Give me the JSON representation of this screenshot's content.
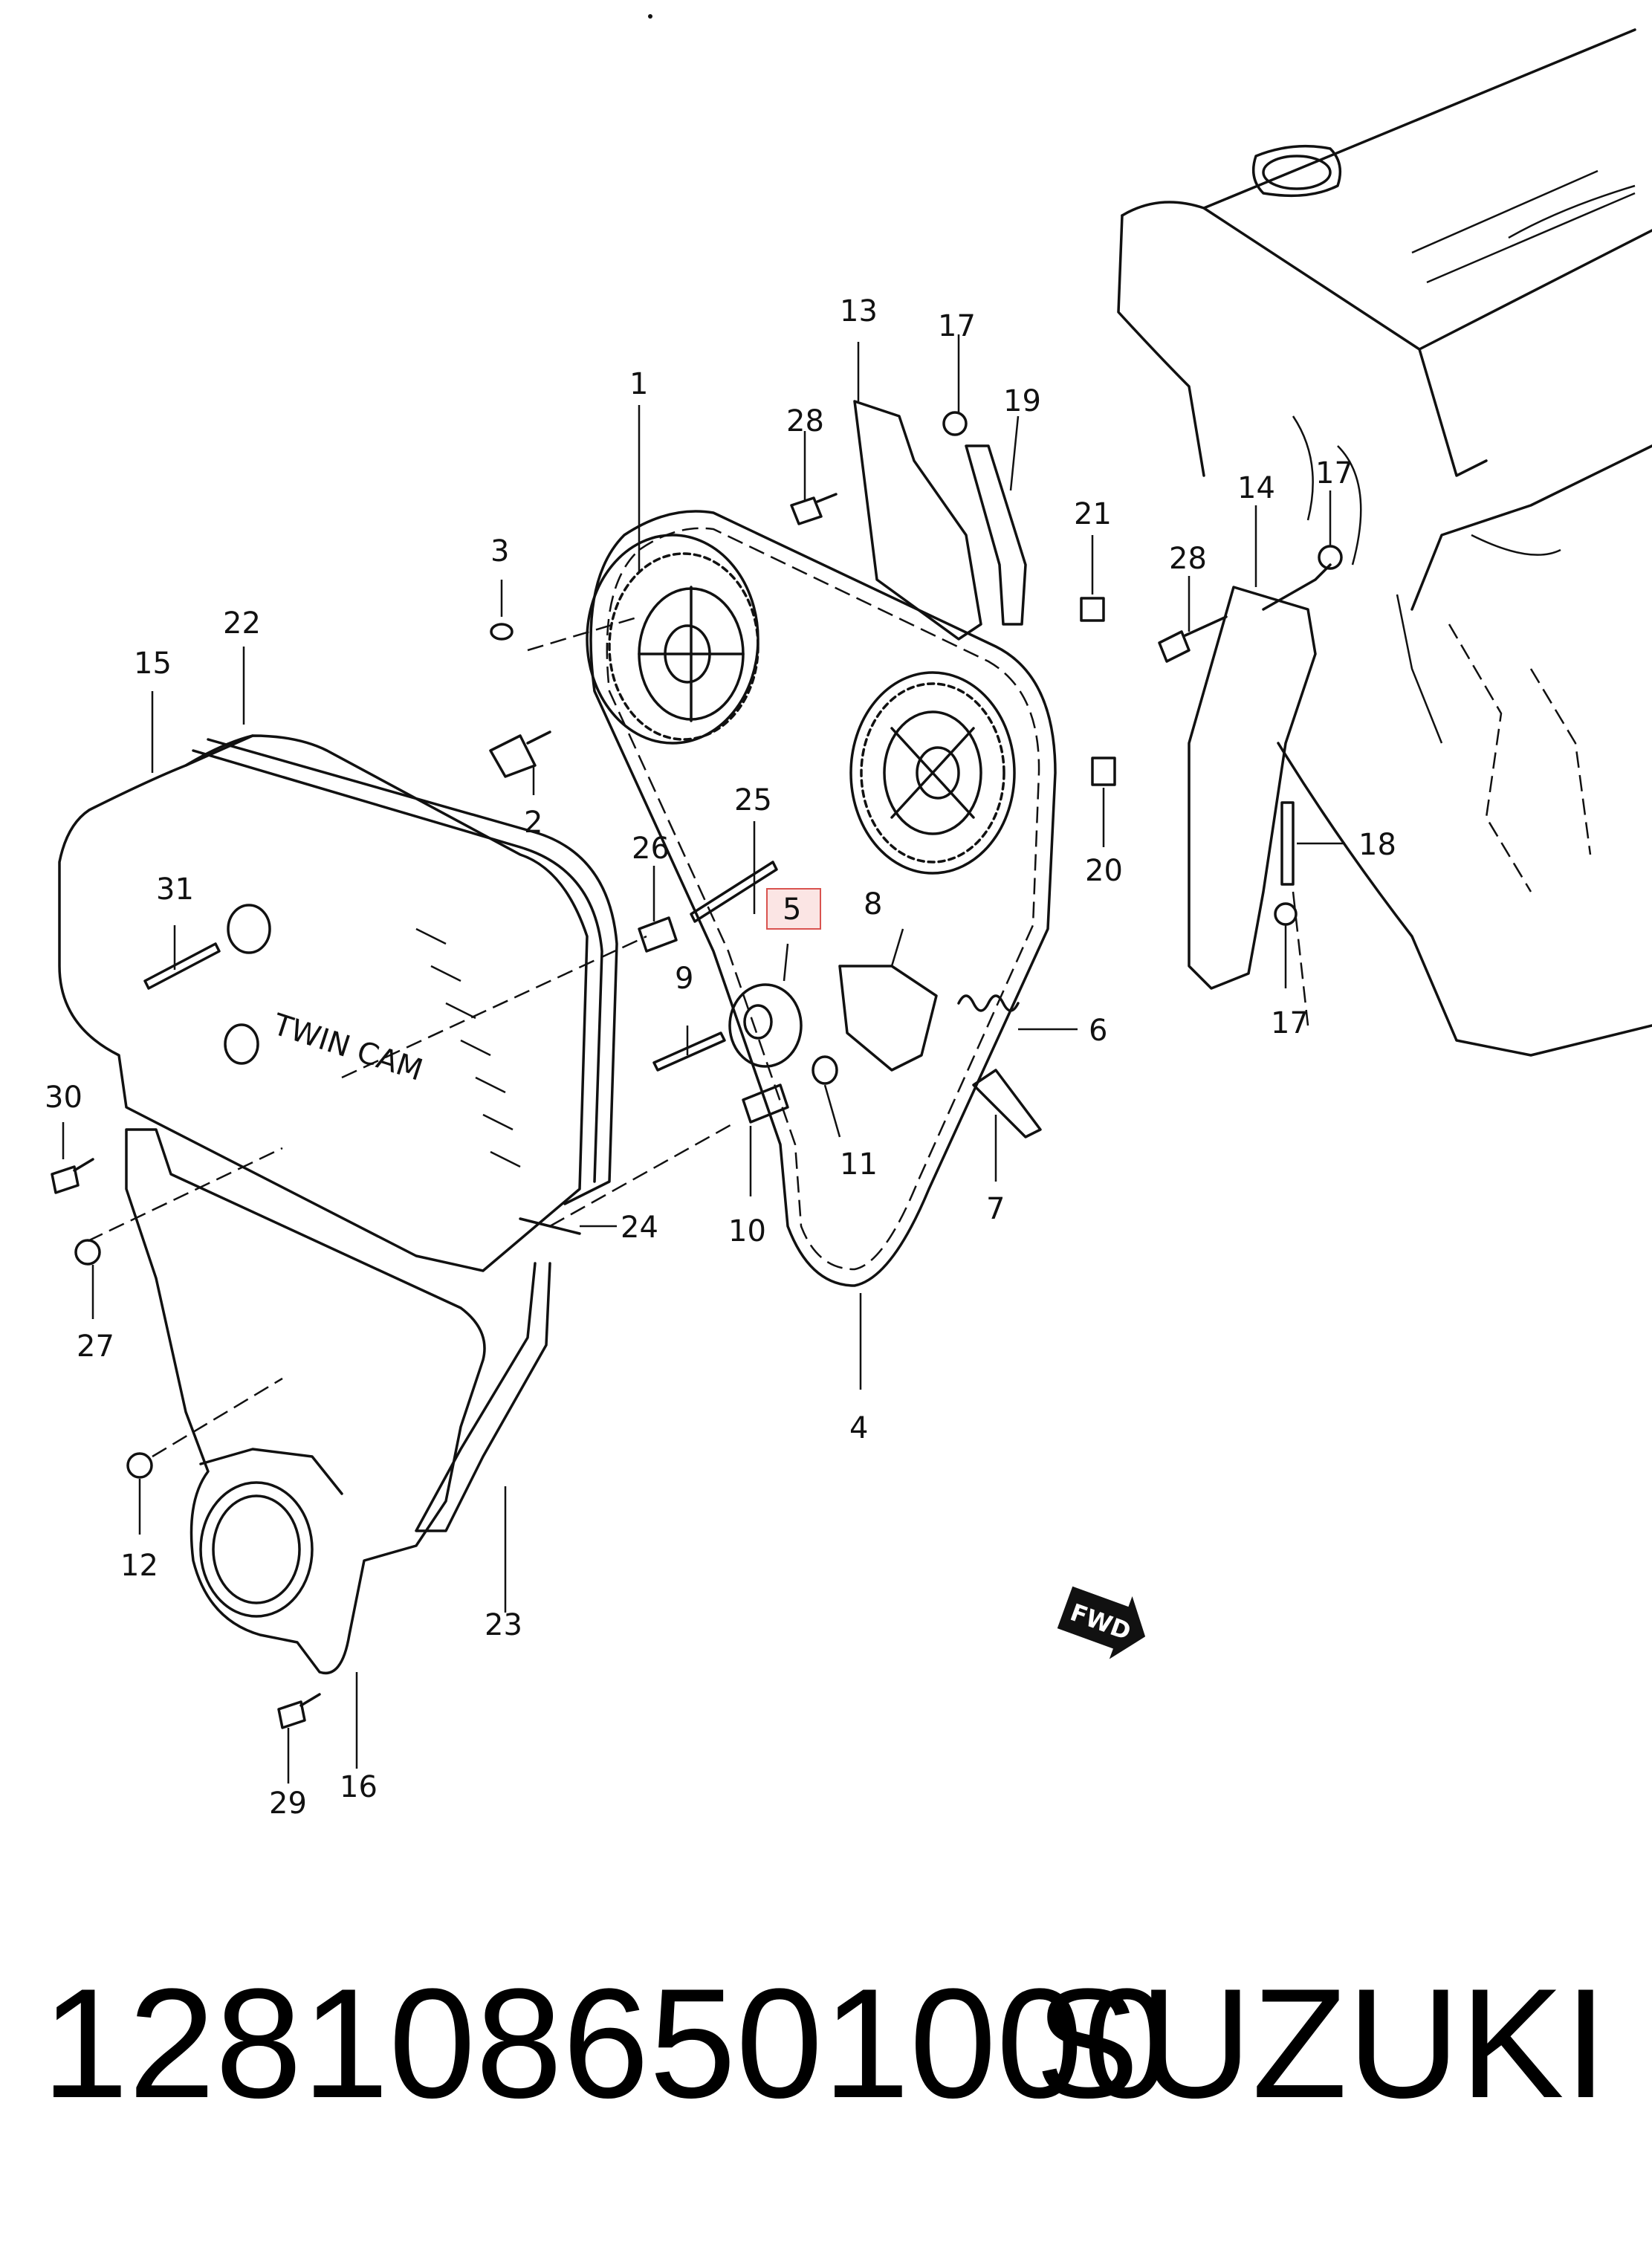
{
  "caption": {
    "part_number": "1281086501000",
    "brand": "SUZUKI"
  },
  "highlight_color": "#d9534f",
  "highlighted_callout": "5",
  "fwd_badge": "FWD",
  "cover_logo": "TWIN CAM",
  "callouts": [
    "1",
    "2",
    "3",
    "4",
    "5",
    "6",
    "7",
    "8",
    "9",
    "10",
    "11",
    "12",
    "13",
    "14",
    "15",
    "16",
    "17",
    "17",
    "17",
    "18",
    "19",
    "20",
    "21",
    "22",
    "23",
    "24",
    "25",
    "26",
    "27",
    "28",
    "28",
    "29",
    "30",
    "31"
  ]
}
